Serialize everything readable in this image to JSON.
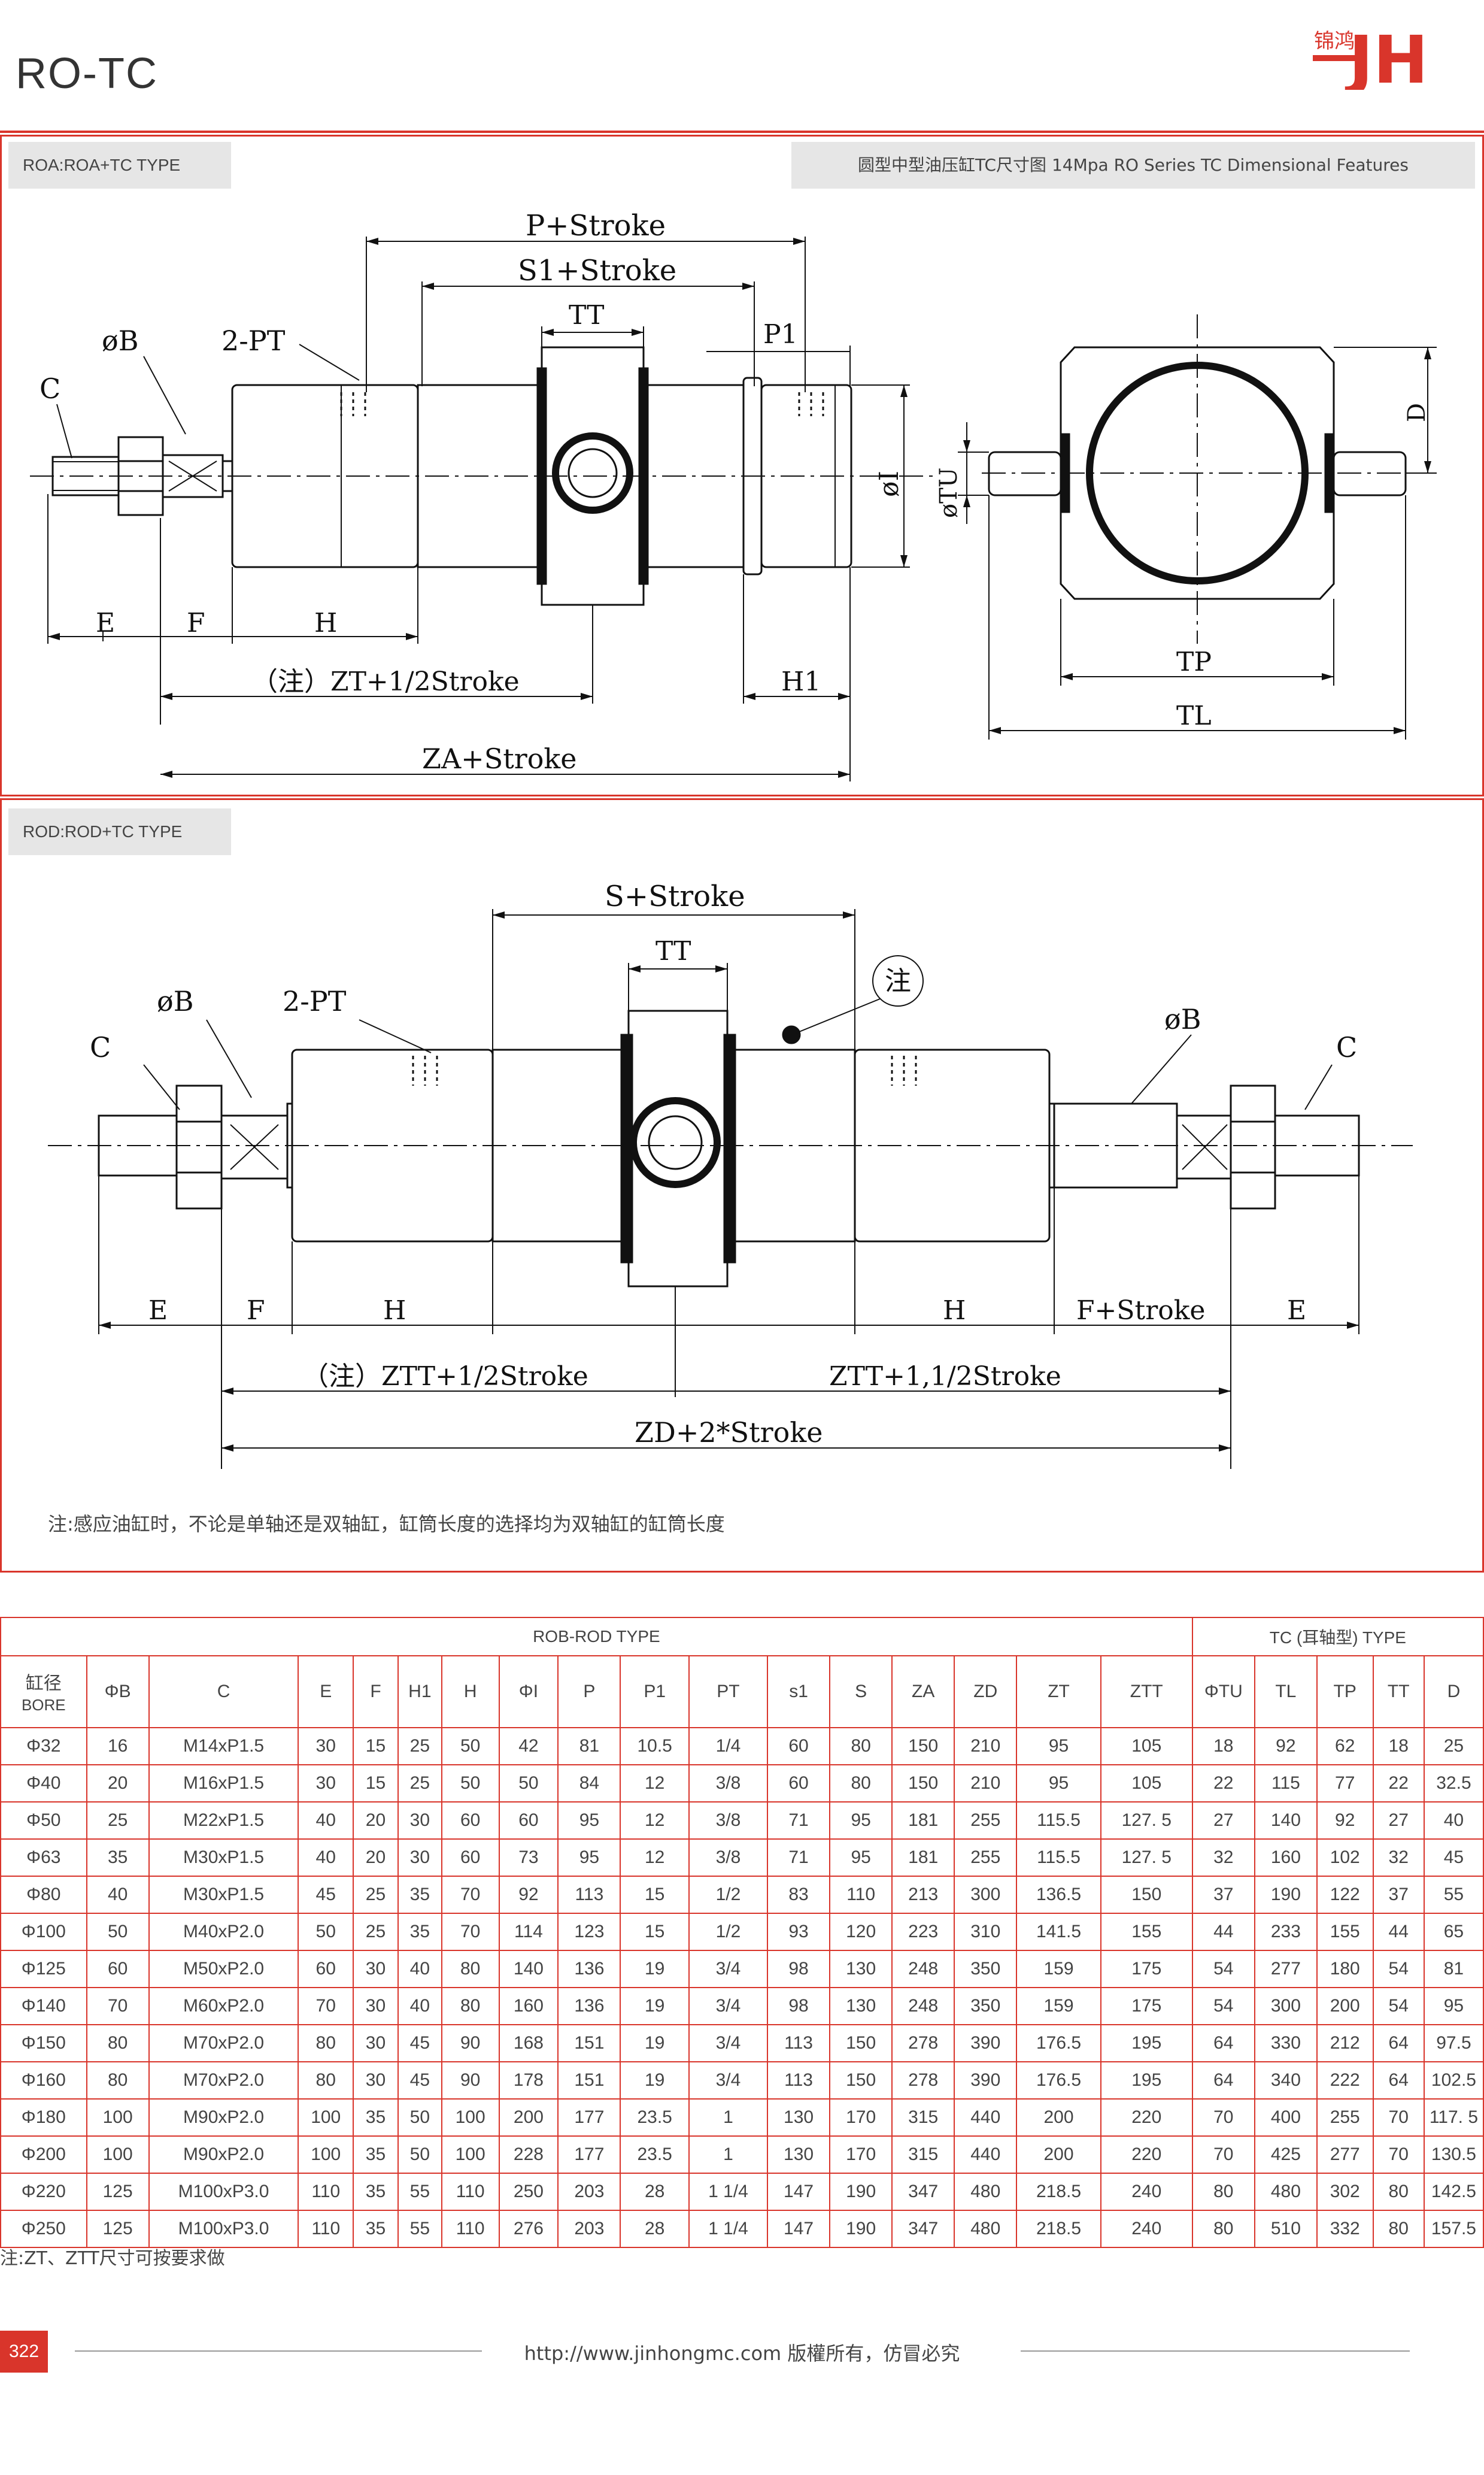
{
  "page": {
    "series_code": "RO-TC",
    "logo_cn": "锦鸿",
    "logo_letters": "JH",
    "page_number": "322",
    "website": "http://www.jinhongmc.com 版權所有，仿冒必究",
    "accent_color": "#d9352b"
  },
  "roa_panel": {
    "tag": "ROA:ROA+TC TYPE",
    "heading": "圆型中型油压缸TC尺寸图 14Mpa RO Series TC Dimensional Features",
    "labels": {
      "p_stroke": "P+Stroke",
      "s1_stroke": "S1+Stroke",
      "tt": "TT",
      "p1": "P1",
      "phib": "øB",
      "pt": "2-PT",
      "c": "C",
      "phii": "øI",
      "phitu": "øTU",
      "e": "E",
      "f": "F",
      "h": "H",
      "zt": "（注）ZT+1/2Stroke",
      "h1": "H1",
      "za": "ZA+Stroke",
      "d": "D",
      "tp": "TP",
      "tl": "TL"
    }
  },
  "rod_panel": {
    "tag": "ROD:ROD+TC TYPE",
    "note": "注:感应油缸时，不论是单轴还是双轴缸，缸筒长度的选择均为双轴缸的缸筒长度",
    "labels": {
      "s_stroke": "S+Stroke",
      "tt": "TT",
      "zhu": "注",
      "phib": "øB",
      "pt": "2-PT",
      "c": "C",
      "e": "E",
      "f": "F",
      "h": "H",
      "f_stroke": "F+Stroke",
      "ztt": "（注）ZTT+1/2Stroke",
      "ztt2": "ZTT+1,1/2Stroke",
      "zd": "ZD+2*Stroke"
    }
  },
  "table": {
    "group_rod": "ROB-ROD TYPE",
    "group_tc": "TC (耳轴型) TYPE",
    "bore_header": "缸径",
    "bore_sub": "BORE",
    "headers": [
      "ΦB",
      "C",
      "E",
      "F",
      "H1",
      "H",
      "ΦI",
      "P",
      "P1",
      "PT",
      "s1",
      "S",
      "ZA",
      "ZD",
      "ZT",
      "ZTT",
      "ΦTU",
      "TL",
      "TP",
      "TT",
      "D"
    ],
    "rows": [
      [
        "Φ32",
        "16",
        "M14xP1.5",
        "30",
        "15",
        "25",
        "50",
        "42",
        "81",
        "10.5",
        "1/4",
        "60",
        "80",
        "150",
        "210",
        "95",
        "105",
        "18",
        "92",
        "62",
        "18",
        "25"
      ],
      [
        "Φ40",
        "20",
        "M16xP1.5",
        "30",
        "15",
        "25",
        "50",
        "50",
        "84",
        "12",
        "3/8",
        "60",
        "80",
        "150",
        "210",
        "95",
        "105",
        "22",
        "115",
        "77",
        "22",
        "32.5"
      ],
      [
        "Φ50",
        "25",
        "M22xP1.5",
        "40",
        "20",
        "30",
        "60",
        "60",
        "95",
        "12",
        "3/8",
        "71",
        "95",
        "181",
        "255",
        "115.5",
        "127. 5",
        "27",
        "140",
        "92",
        "27",
        "40"
      ],
      [
        "Φ63",
        "35",
        "M30xP1.5",
        "40",
        "20",
        "30",
        "60",
        "73",
        "95",
        "12",
        "3/8",
        "71",
        "95",
        "181",
        "255",
        "115.5",
        "127. 5",
        "32",
        "160",
        "102",
        "32",
        "45"
      ],
      [
        "Φ80",
        "40",
        "M30xP1.5",
        "45",
        "25",
        "35",
        "70",
        "92",
        "113",
        "15",
        "1/2",
        "83",
        "110",
        "213",
        "300",
        "136.5",
        "150",
        "37",
        "190",
        "122",
        "37",
        "55"
      ],
      [
        "Φ100",
        "50",
        "M40xP2.0",
        "50",
        "25",
        "35",
        "70",
        "114",
        "123",
        "15",
        "1/2",
        "93",
        "120",
        "223",
        "310",
        "141.5",
        "155",
        "44",
        "233",
        "155",
        "44",
        "65"
      ],
      [
        "Φ125",
        "60",
        "M50xP2.0",
        "60",
        "30",
        "40",
        "80",
        "140",
        "136",
        "19",
        "3/4",
        "98",
        "130",
        "248",
        "350",
        "159",
        "175",
        "54",
        "277",
        "180",
        "54",
        "81"
      ],
      [
        "Φ140",
        "70",
        "M60xP2.0",
        "70",
        "30",
        "40",
        "80",
        "160",
        "136",
        "19",
        "3/4",
        "98",
        "130",
        "248",
        "350",
        "159",
        "175",
        "54",
        "300",
        "200",
        "54",
        "95"
      ],
      [
        "Φ150",
        "80",
        "M70xP2.0",
        "80",
        "30",
        "45",
        "90",
        "168",
        "151",
        "19",
        "3/4",
        "113",
        "150",
        "278",
        "390",
        "176.5",
        "195",
        "64",
        "330",
        "212",
        "64",
        "97.5"
      ],
      [
        "Φ160",
        "80",
        "M70xP2.0",
        "80",
        "30",
        "45",
        "90",
        "178",
        "151",
        "19",
        "3/4",
        "113",
        "150",
        "278",
        "390",
        "176.5",
        "195",
        "64",
        "340",
        "222",
        "64",
        "102.5"
      ],
      [
        "Φ180",
        "100",
        "M90xP2.0",
        "100",
        "35",
        "50",
        "100",
        "200",
        "177",
        "23.5",
        "1",
        "130",
        "170",
        "315",
        "440",
        "200",
        "220",
        "70",
        "400",
        "255",
        "70",
        "117. 5"
      ],
      [
        "Φ200",
        "100",
        "M90xP2.0",
        "100",
        "35",
        "50",
        "100",
        "228",
        "177",
        "23.5",
        "1",
        "130",
        "170",
        "315",
        "440",
        "200",
        "220",
        "70",
        "425",
        "277",
        "70",
        "130.5"
      ],
      [
        "Φ220",
        "125",
        "M100xP3.0",
        "110",
        "35",
        "55",
        "110",
        "250",
        "203",
        "28",
        "1 1/4",
        "147",
        "190",
        "347",
        "480",
        "218.5",
        "240",
        "80",
        "480",
        "302",
        "80",
        "142.5"
      ],
      [
        "Φ250",
        "125",
        "M100xP3.0",
        "110",
        "35",
        "55",
        "110",
        "276",
        "203",
        "28",
        "1 1/4",
        "147",
        "190",
        "347",
        "480",
        "218.5",
        "240",
        "80",
        "510",
        "332",
        "80",
        "157.5"
      ]
    ],
    "footnote": "注:ZT、ZTT尺寸可按要求做"
  }
}
